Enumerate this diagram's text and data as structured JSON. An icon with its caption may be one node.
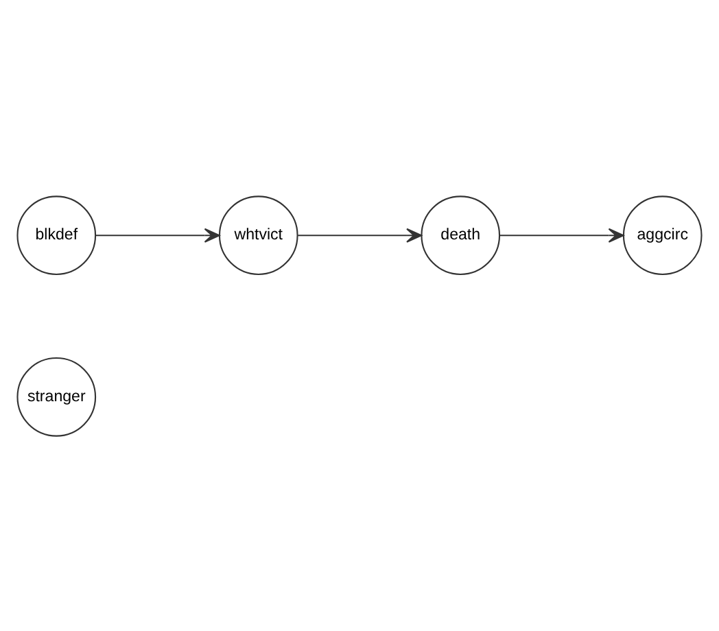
{
  "diagram": {
    "nodes": [
      {
        "text": [
          "stranger"
        ]
      },
      {
        "text": [
          "death"
        ]
      },
      {
        "text": [
          "aggcirc"
        ]
      },
      {
        "text": [
          "blkdef"
        ]
      },
      {
        "text": [
          "whtvict"
        ]
      }
    ],
    "edges": [
      {
        "from": 1,
        "to": 2,
        "arrow": "to"
      },
      {
        "from": 4,
        "to": 1,
        "arrow": "to"
      },
      {
        "from": 3,
        "to": 4,
        "arrow": "to"
      }
    ]
  }
}
